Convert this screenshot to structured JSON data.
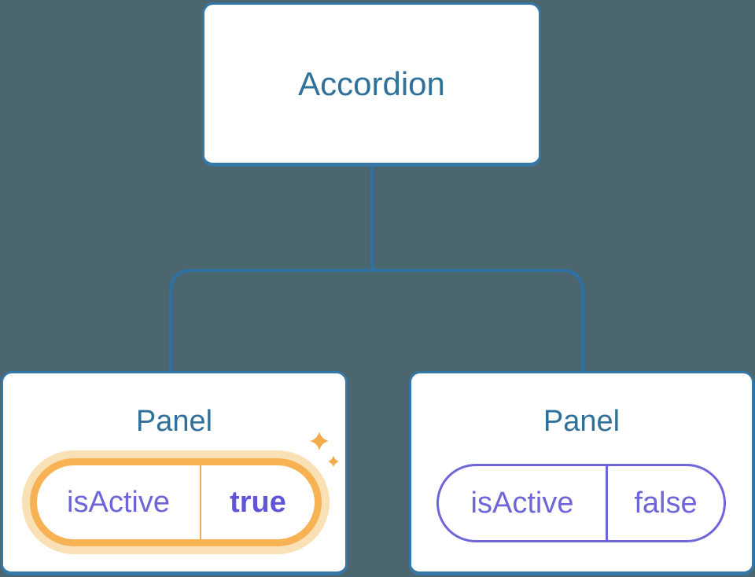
{
  "canvas": {
    "background": "#4C6670"
  },
  "colors": {
    "background": "#4C6670",
    "node_fill": "#FFFFFF",
    "node_border": "#3578A8",
    "connector": "#2E71A3",
    "title_text": "#30719B",
    "prop_text": "#6E66D8",
    "prop_value_active_text": "#6055D6",
    "active_ring": "#F6B253",
    "active_glow": "#FAE0B5",
    "active_divider": "#F0AE56",
    "sparkle": "#F3AB4B"
  },
  "diagram": {
    "root": {
      "label": "Accordion"
    },
    "panels": [
      {
        "label": "Panel",
        "prop_name": "isActive",
        "prop_value": "true",
        "active": true,
        "has_sparkles": true
      },
      {
        "label": "Panel",
        "prop_name": "isActive",
        "prop_value": "false",
        "active": false,
        "has_sparkles": false
      }
    ]
  }
}
